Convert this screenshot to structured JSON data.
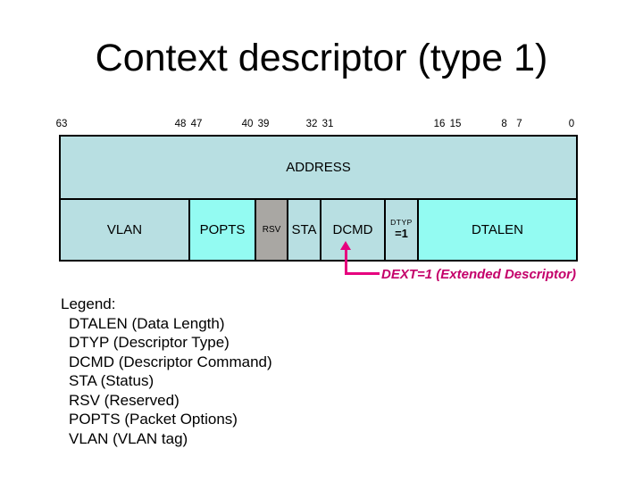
{
  "title": "Context descriptor (type 1)",
  "colors": {
    "background": "#FFFFFF",
    "field_pale": "#B8DFE2",
    "field_aqua": "#93FBF2",
    "field_gray": "#A9A7A3",
    "arrow_pink": "#E6007E",
    "annotation_pink": "#C4006A",
    "text": "#000000"
  },
  "bit_labels": [
    "63",
    "48 47",
    "40 39",
    "32 31",
    "16 15",
    "8  7",
    "0"
  ],
  "diagram": {
    "address_label": "ADDRESS",
    "fields": [
      {
        "label": "VLAN",
        "color": "#B8DFE2"
      },
      {
        "label": "POPTS",
        "color": "#93FBF2"
      },
      {
        "label": "RSV",
        "color": "#A9A7A3"
      },
      {
        "label": "STA",
        "color": "#B8DFE2"
      },
      {
        "label": "DCMD",
        "color": "#B8DFE2"
      },
      {
        "label": "DTYP",
        "value": "=1",
        "color": "#B8DFE2"
      },
      {
        "label": "DTALEN",
        "color": "#93FBF2"
      }
    ],
    "annotation": "DEXT=1 (Extended Descriptor)"
  },
  "legend": {
    "heading": "Legend:",
    "items": [
      "DTALEN (Data Length)",
      "DTYP (Descriptor Type)",
      "DCMD (Descriptor Command)",
      "STA (Status)",
      "RSV (Reserved)",
      "POPTS (Packet Options)",
      "VLAN (VLAN tag)"
    ]
  }
}
